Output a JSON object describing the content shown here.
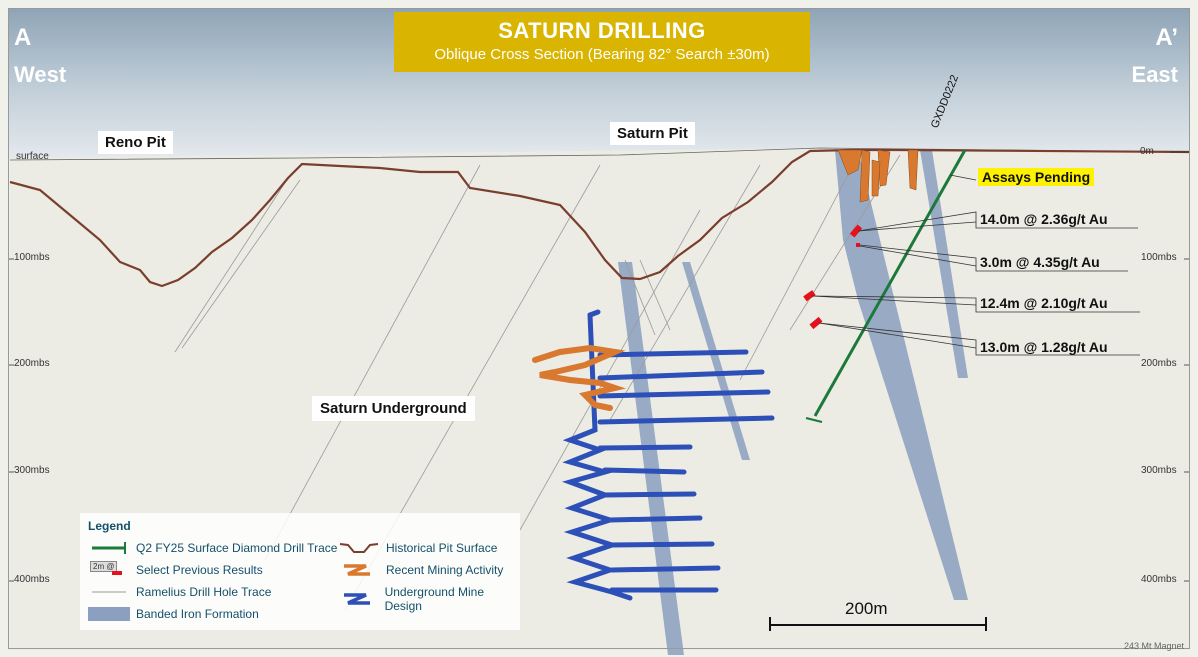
{
  "title": {
    "main": "SATURN DRILLING",
    "subtitle": "Oblique Cross Section (Bearing 82° Search ±30m)"
  },
  "section": {
    "start_label": "A",
    "start_direction": "West",
    "end_label": "A’",
    "end_direction": "East"
  },
  "surface_label": "surface",
  "callouts": {
    "reno_pit": "Reno Pit",
    "saturn_pit": "Saturn Pit",
    "saturn_underground": "Saturn Underground"
  },
  "drill_hole": {
    "id": "GXDD0222",
    "status": "Assays Pending"
  },
  "results": [
    "14.0m @ 2.36g/t Au",
    "3.0m @ 4.35g/t Au",
    "12.4m @ 2.10g/t Au",
    "13.0m @ 1.28g/t Au"
  ],
  "depth_labels": {
    "right_top": "0m",
    "d100": "100mbs",
    "d200": "200mbs",
    "d300": "300mbs",
    "d400": "400mbs"
  },
  "scale_bar": "200m",
  "footer": "243 Mt Magnet",
  "legend": {
    "title": "Legend",
    "items": [
      {
        "label": "Q2 FY25 Surface Diamond Drill Trace",
        "icon": "green-drill-trace"
      },
      {
        "label": "Select Previous Results",
        "icon": "red-result-marker",
        "icon_text": "2m @"
      },
      {
        "label": "Ramelius Drill Hole Trace",
        "icon": "grey-line"
      },
      {
        "label": "Banded Iron Formation",
        "icon": "blue-grey-swatch"
      },
      {
        "label": "Historical Pit Surface",
        "icon": "brown-pit-line"
      },
      {
        "label": "Recent Mining Activity",
        "icon": "orange-zigzag"
      },
      {
        "label": "Underground Mine Design",
        "icon": "blue-zigzag"
      }
    ]
  },
  "colors": {
    "drill_trace": "#1b7a3a",
    "result": "#e3121b",
    "bif": "#8b9fc0",
    "pit": "#7a3e2c",
    "mining": "#d9782f",
    "underground": "#2d4fb8",
    "title_box": "#d9b400",
    "highlight": "#fff200"
  }
}
